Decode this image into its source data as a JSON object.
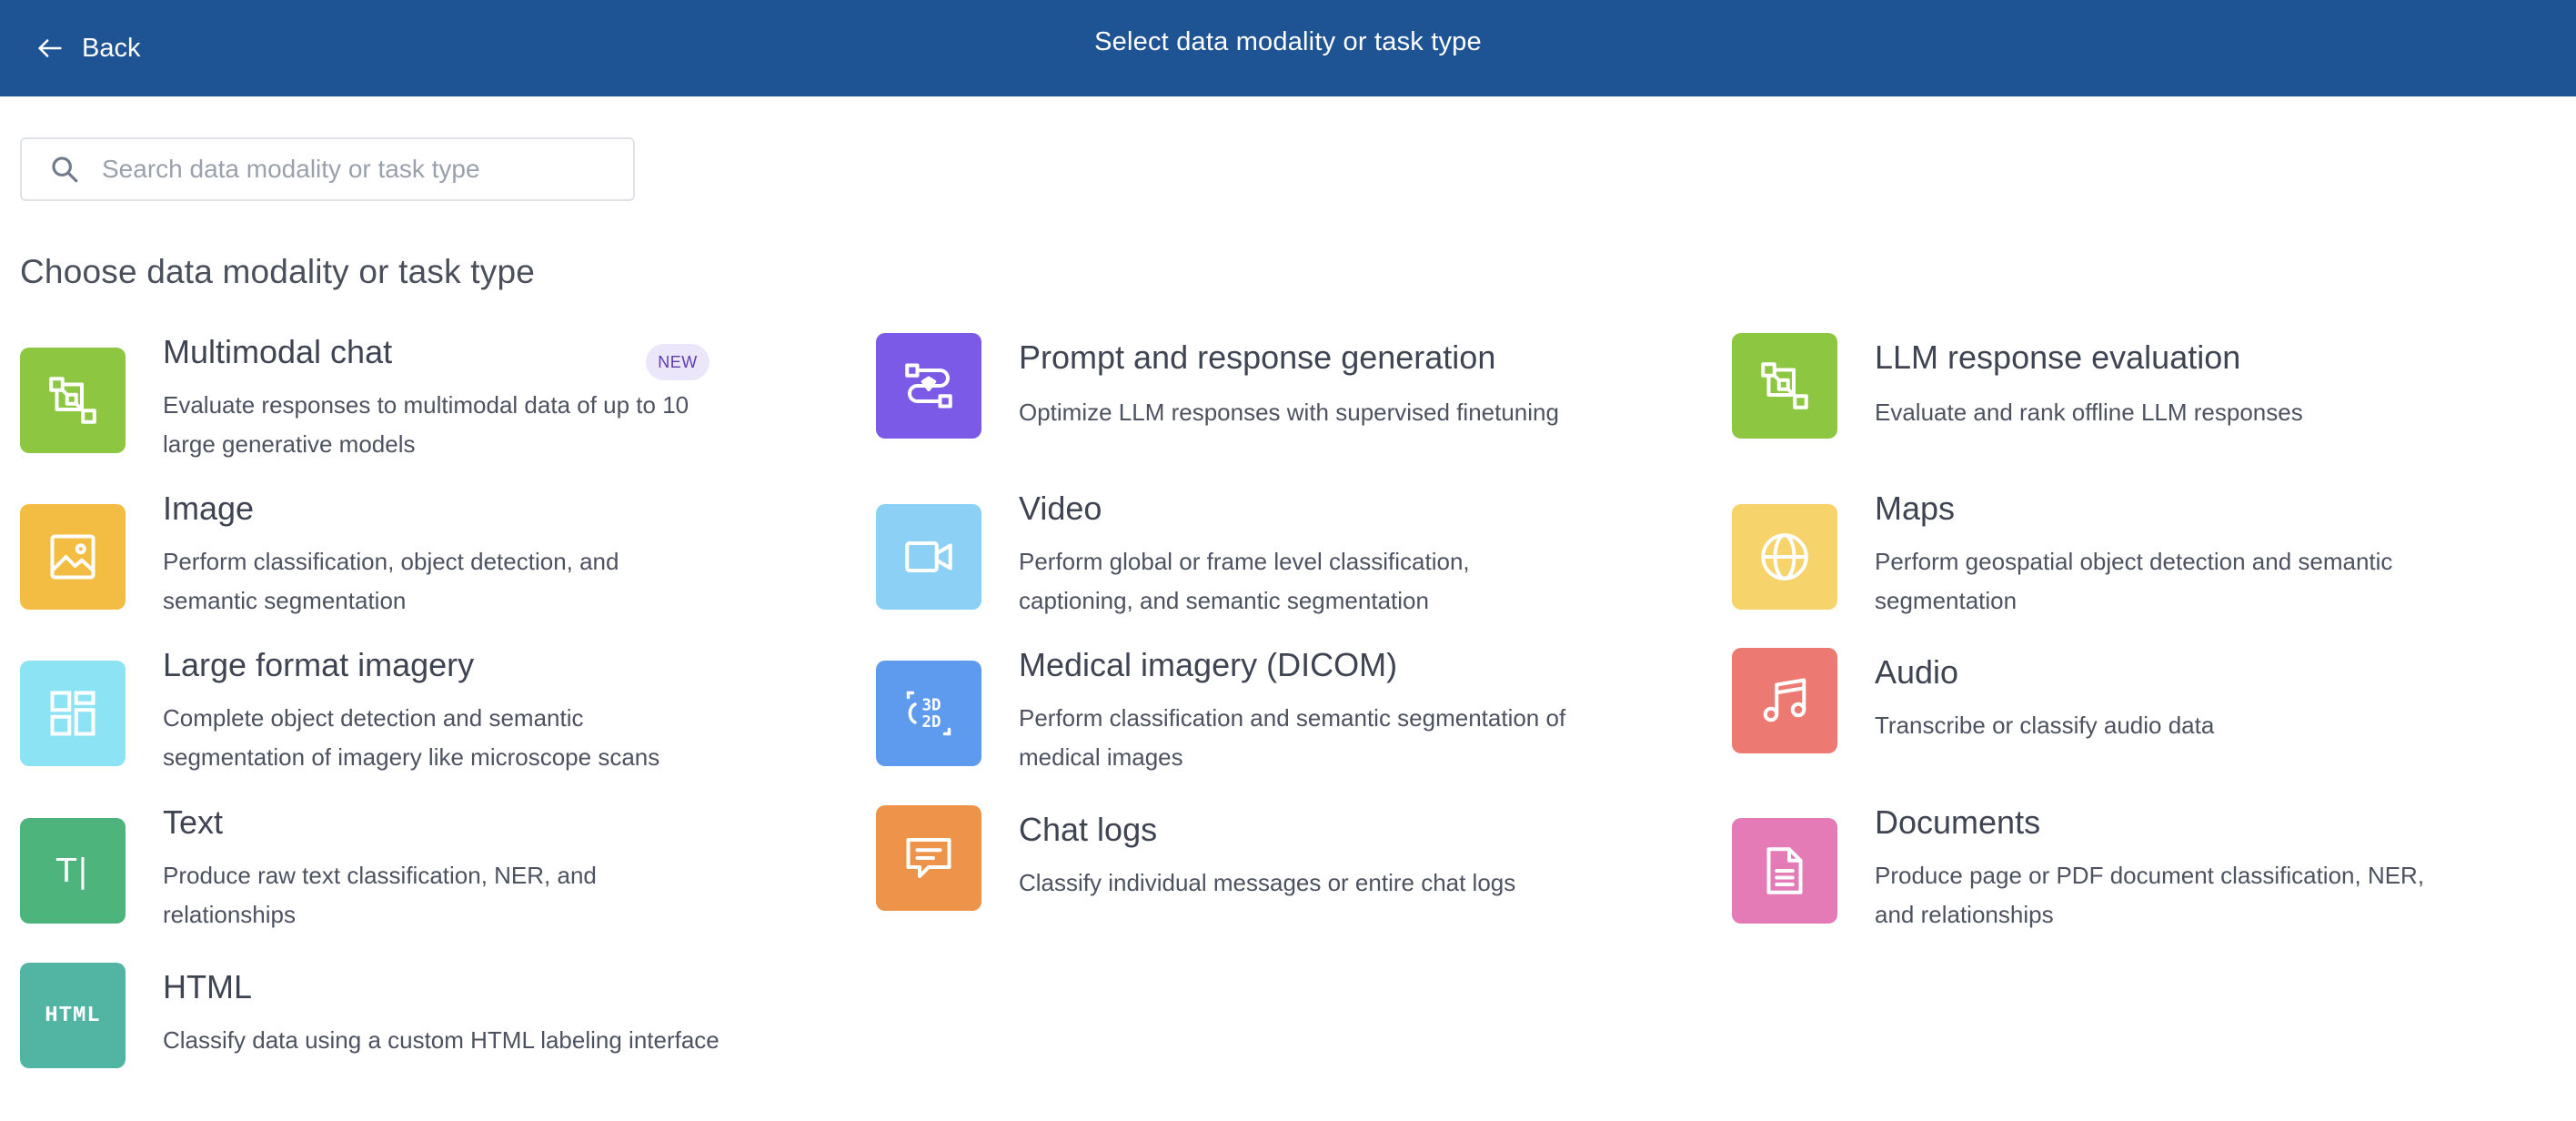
{
  "header": {
    "back_label": "Back",
    "title": "Select data modality or task type"
  },
  "search": {
    "placeholder": "Search data modality or task type"
  },
  "section_title": "Choose data modality or task type",
  "cards": [
    {
      "title": "Multimodal chat",
      "desc": "Evaluate responses to multimodal data of up to 10 large generative models",
      "badge": "NEW",
      "icon": "multimodal-icon",
      "color": "#8dc641"
    },
    {
      "title": "Prompt and response generation",
      "desc": "Optimize LLM responses with supervised finetuning",
      "icon": "prompt-icon",
      "color": "#7b5ae8"
    },
    {
      "title": "LLM response evaluation",
      "desc": "Evaluate and rank offline LLM responses",
      "icon": "llm-eval-icon",
      "color": "#8dc641"
    },
    {
      "title": "Image",
      "desc": "Perform classification, object detection, and semantic segmentation",
      "icon": "image-icon",
      "color": "#f3bd43"
    },
    {
      "title": "Video",
      "desc": "Perform global or frame level classification, captioning, and semantic segmentation",
      "icon": "video-icon",
      "color": "#8dd0f5"
    },
    {
      "title": "Maps",
      "desc": "Perform geospatial object detection and semantic segmentation",
      "icon": "globe-icon",
      "color": "#f6d36b"
    },
    {
      "title": "Large format imagery",
      "desc": "Complete object detection and semantic segmentation of imagery like microscope scans",
      "icon": "large-format-icon",
      "color": "#8be3f4"
    },
    {
      "title": "Medical imagery (DICOM)",
      "desc": "Perform classification and semantic segmentation of medical images",
      "icon": "dicom-icon",
      "icon_text_top": "3D",
      "icon_text_bottom": "2D",
      "color": "#5e9bef"
    },
    {
      "title": "Audio",
      "desc": "Transcribe or classify audio data",
      "icon": "music-icon",
      "color": "#ec7a73"
    },
    {
      "title": "Text",
      "desc": "Produce raw text classification, NER, and relationships",
      "icon": "text-icon",
      "icon_text": "T|",
      "color": "#4db57b"
    },
    {
      "title": "Chat logs",
      "desc": "Classify individual messages or entire chat logs",
      "icon": "chat-icon",
      "color": "#ee944a"
    },
    {
      "title": "Documents",
      "desc": "Produce page or PDF document classification, NER, and relationships",
      "icon": "document-icon",
      "color": "#e57bb6"
    },
    {
      "title": "HTML",
      "desc": "Classify data using a custom HTML labeling interface",
      "icon": "html-icon",
      "icon_text": "HTML",
      "color": "#52b4a2"
    }
  ]
}
